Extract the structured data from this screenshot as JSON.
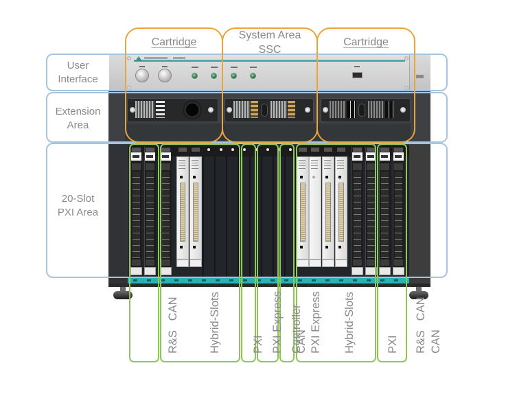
{
  "diagram": {
    "rows": [
      {
        "lines": [
          "User",
          "Interface"
        ]
      },
      {
        "lines": [
          "Extension",
          "Area"
        ]
      },
      {
        "lines": [
          "20-Slot",
          "PXI Area"
        ]
      }
    ],
    "top_sections": [
      {
        "lines": [
          "Cartridge"
        ],
        "underlined": true
      },
      {
        "lines": [
          "System Area",
          "SSC"
        ],
        "underlined": false
      },
      {
        "lines": [
          "Cartridge"
        ],
        "underlined": true
      }
    ],
    "slot_groups": [
      {
        "lines": [
          "R&S   CAN"
        ]
      },
      {
        "lines": [
          "Hybrid-Slots",
          "PXI",
          "CAN"
        ]
      },
      {
        "lines": [
          "PXI Express"
        ]
      },
      {
        "lines": [
          "Controller"
        ]
      },
      {
        "lines": [
          "PXI Express"
        ]
      },
      {
        "lines": [
          "Hybrid-Slots",
          "PXI",
          "CAN"
        ]
      },
      {
        "lines": [
          "R&S   CAN"
        ]
      }
    ]
  },
  "colors": {
    "row_outline": "#a9c3dc",
    "section_outline": "#e8a53d",
    "slot_group_outline": "#8fc65a",
    "label_text": "#8a8a8a",
    "accent_teal": "#2bb3b3"
  }
}
